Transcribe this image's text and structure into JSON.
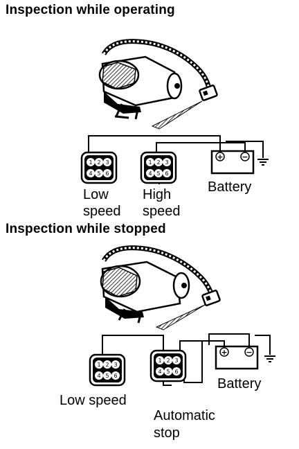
{
  "sections": [
    {
      "heading": "Inspection while operating",
      "connector_pins": [
        "1",
        "2",
        "3",
        "4",
        "5",
        "6"
      ],
      "labels": {
        "left_line1": "Low",
        "left_line2": "speed",
        "right_line1": "High",
        "right_line2": "speed",
        "battery": "Battery"
      },
      "battery_terminals": {
        "positive": "+",
        "negative": "−"
      }
    },
    {
      "heading": "Inspection while stopped",
      "connector_pins": [
        "1",
        "2",
        "3",
        "4",
        "5",
        "6"
      ],
      "labels": {
        "left": "Low speed",
        "right_line1": "Automatic",
        "right_line2": "stop",
        "battery": "Battery"
      },
      "battery_terminals": {
        "positive": "+",
        "negative": "−"
      }
    }
  ]
}
